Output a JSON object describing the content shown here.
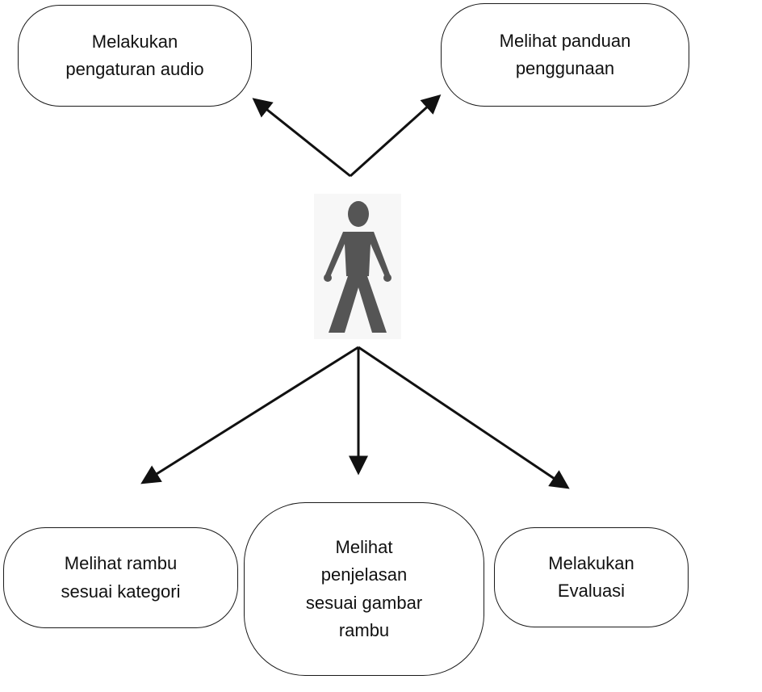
{
  "diagram": {
    "nodes": [
      {
        "id": "audio",
        "lines": [
          "Melakukan",
          "pengaturan audio"
        ]
      },
      {
        "id": "guide",
        "lines": [
          "Melihat panduan",
          "penggunaan"
        ]
      },
      {
        "id": "category",
        "lines": [
          "Melihat rambu",
          "sesuai kategori"
        ]
      },
      {
        "id": "explain",
        "lines": [
          "Melihat",
          "penjelasan",
          "sesuai gambar",
          "rambu"
        ]
      },
      {
        "id": "evaluation",
        "lines": [
          "Melakukan",
          "Evaluasi"
        ]
      }
    ],
    "actor": {
      "icon": "person-icon",
      "color": "#555555"
    },
    "edge_color": "#111111",
    "edges": [
      {
        "from": "actor",
        "to": "audio"
      },
      {
        "from": "actor",
        "to": "guide"
      },
      {
        "from": "actor",
        "to": "category"
      },
      {
        "from": "actor",
        "to": "explain"
      },
      {
        "from": "actor",
        "to": "evaluation"
      }
    ]
  }
}
